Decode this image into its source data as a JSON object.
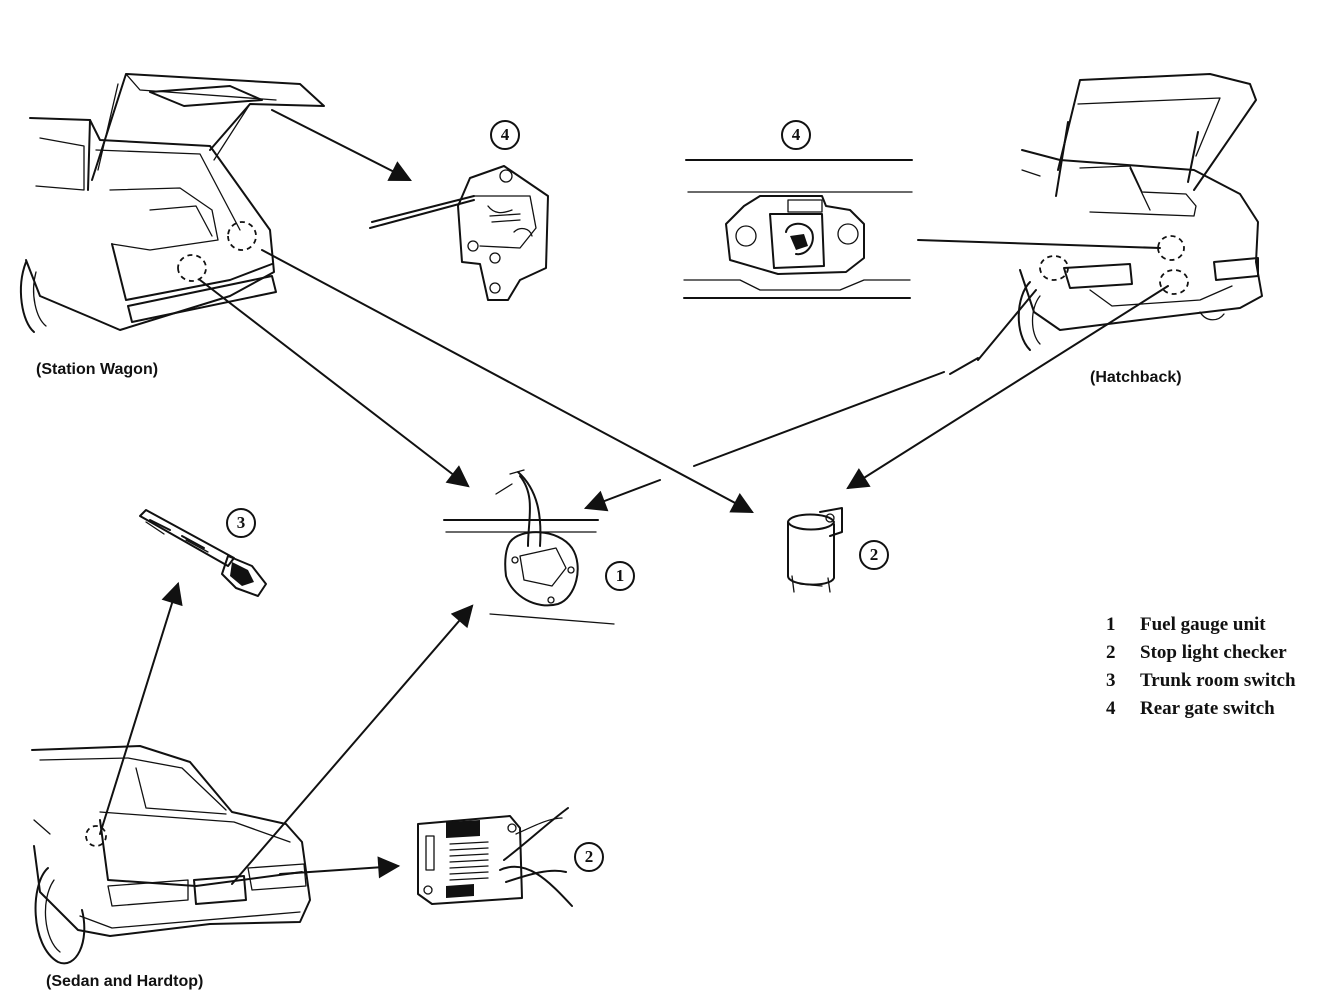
{
  "labels": {
    "station_wagon": "(Station Wagon)",
    "hatchback": "(Hatchback)",
    "sedan_hardtop": "(Sedan and Hardtop)"
  },
  "callouts": {
    "rear_gate_switch_wagon": "4",
    "rear_gate_switch_hatch": "4",
    "trunk_room_switch": "3",
    "fuel_gauge_unit": "1",
    "stop_light_checker_round": "2",
    "stop_light_checker_board": "2"
  },
  "legend": [
    {
      "num": "1",
      "text": "Fuel gauge unit"
    },
    {
      "num": "2",
      "text": "Stop light checker"
    },
    {
      "num": "3",
      "text": "Trunk room switch"
    },
    {
      "num": "4",
      "text": "Rear gate switch"
    }
  ]
}
